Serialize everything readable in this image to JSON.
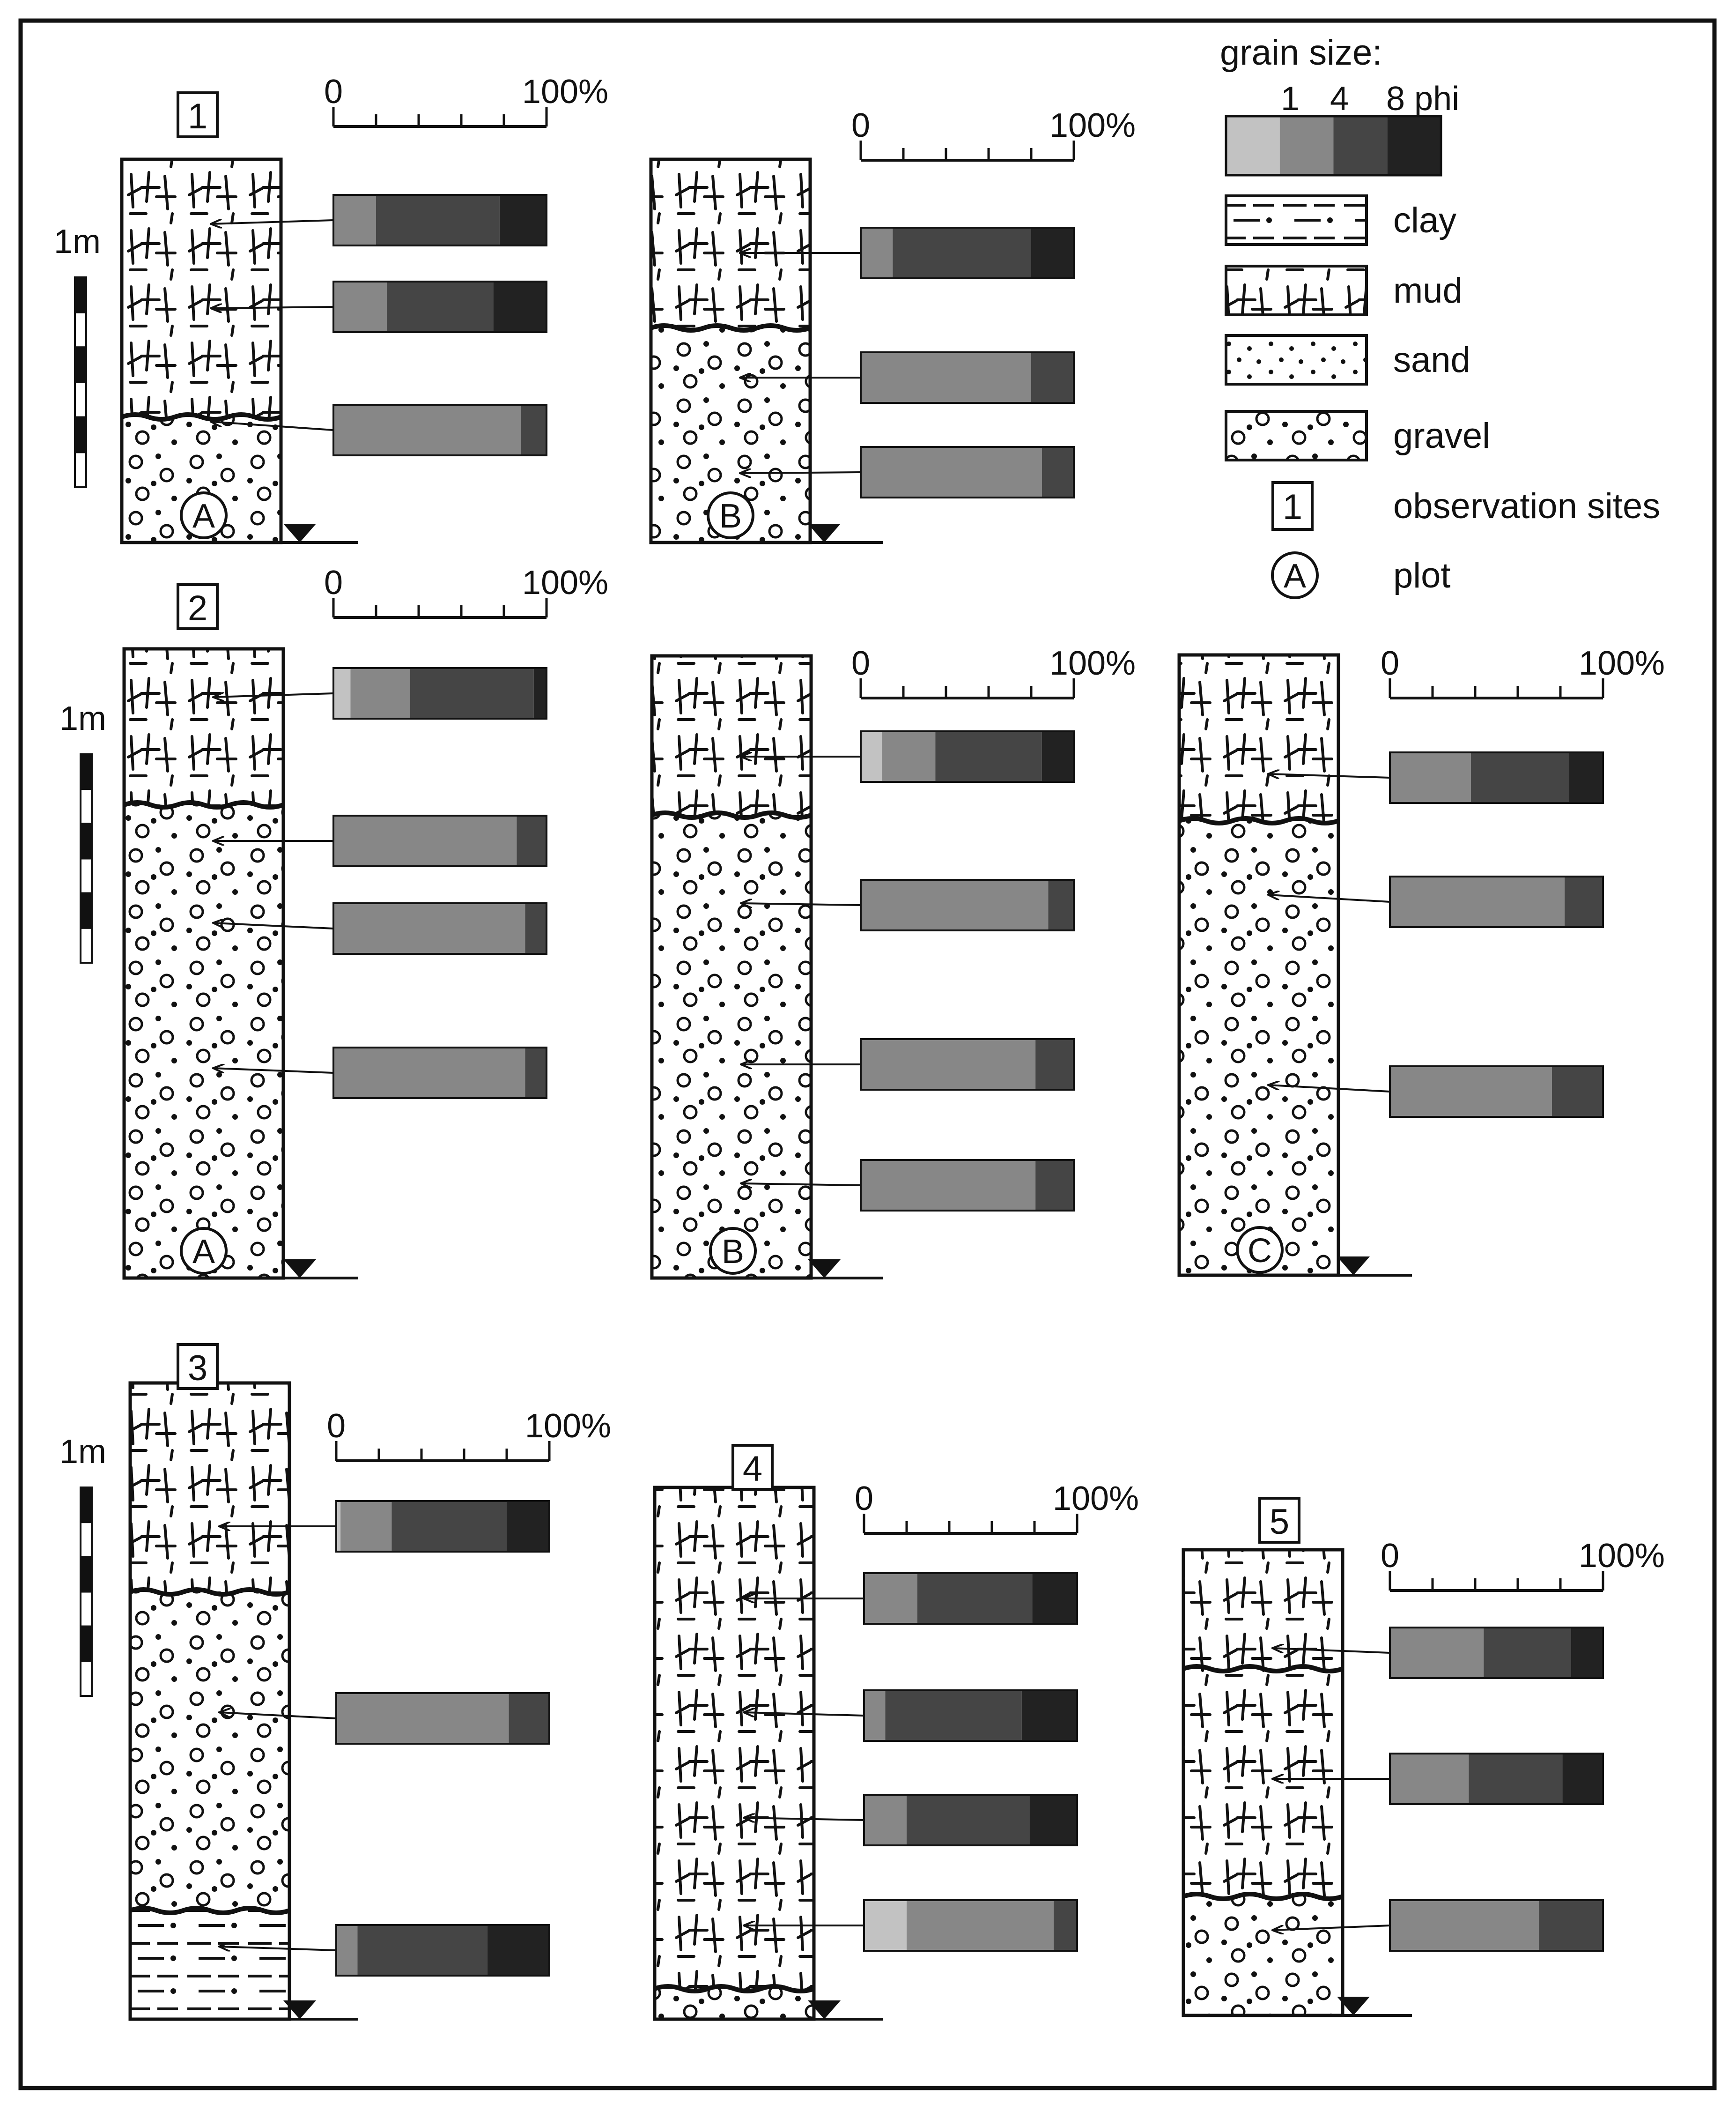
{
  "scale_labels": {
    "zero": "0",
    "hundred": "100%",
    "meter": "1m"
  },
  "colors": {
    "c1": "#c2c2c2",
    "c2": "#878787",
    "c3": "#454545",
    "c4": "#222222"
  },
  "legend": {
    "title": "grain size:",
    "ticks": [
      "1",
      "4",
      "8 phi"
    ],
    "items": [
      {
        "key": "clay",
        "label": "clay"
      },
      {
        "key": "mud",
        "label": "mud"
      },
      {
        "key": "sand",
        "label": "sand"
      },
      {
        "key": "gravel",
        "label": "gravel"
      },
      {
        "key": "site",
        "label": "observation sites",
        "symbol": "1"
      },
      {
        "key": "plot",
        "label": "plot",
        "symbol": "A"
      }
    ]
  },
  "sites": [
    {
      "site": "1",
      "plot": "A",
      "layers": [
        "mud",
        "gravel"
      ],
      "bars": [
        [
          0,
          20,
          58,
          22
        ],
        [
          0,
          25,
          50,
          25
        ],
        [
          0,
          88,
          12,
          0
        ]
      ]
    },
    {
      "site": "1",
      "plot": "B",
      "layers": [
        "mud",
        "gravel"
      ],
      "bars": [
        [
          0,
          15,
          65,
          20
        ],
        [
          0,
          80,
          20,
          0
        ],
        [
          0,
          85,
          15,
          0
        ]
      ]
    },
    {
      "site": "2",
      "plot": "A",
      "layers": [
        "mud",
        "gravel"
      ],
      "bars": [
        [
          8,
          28,
          58,
          6
        ],
        [
          0,
          86,
          14,
          0
        ],
        [
          0,
          90,
          10,
          0
        ],
        [
          0,
          90,
          10,
          0
        ]
      ]
    },
    {
      "site": "2",
      "plot": "B",
      "layers": [
        "mud",
        "gravel"
      ],
      "bars": [
        [
          10,
          25,
          50,
          15
        ],
        [
          0,
          88,
          12,
          0
        ],
        [
          0,
          82,
          18,
          0
        ],
        [
          0,
          82,
          18,
          0
        ]
      ]
    },
    {
      "site": "2",
      "plot": "C",
      "layers": [
        "mud",
        "gravel"
      ],
      "bars": [
        [
          0,
          38,
          46,
          16
        ],
        [
          0,
          82,
          18,
          0
        ],
        [
          0,
          76,
          24,
          0
        ]
      ]
    },
    {
      "site": "3",
      "plot": "",
      "layers": [
        "mud",
        "gravel",
        "clay"
      ],
      "bars": [
        [
          2,
          24,
          54,
          20
        ],
        [
          0,
          81,
          19,
          0
        ],
        [
          0,
          10,
          61,
          29
        ]
      ]
    },
    {
      "site": "4",
      "plot": "",
      "layers": [
        "mud",
        "gravel"
      ],
      "bars": [
        [
          0,
          25,
          54,
          21
        ],
        [
          0,
          10,
          64,
          26
        ],
        [
          0,
          20,
          58,
          22
        ],
        [
          20,
          69,
          11,
          0
        ]
      ]
    },
    {
      "site": "5",
      "plot": "",
      "layers": [
        "mud",
        "mud",
        "gravel"
      ],
      "bars": [
        [
          0,
          44,
          41,
          15
        ],
        [
          0,
          37,
          44,
          19
        ],
        [
          0,
          70,
          30,
          0
        ]
      ]
    }
  ]
}
